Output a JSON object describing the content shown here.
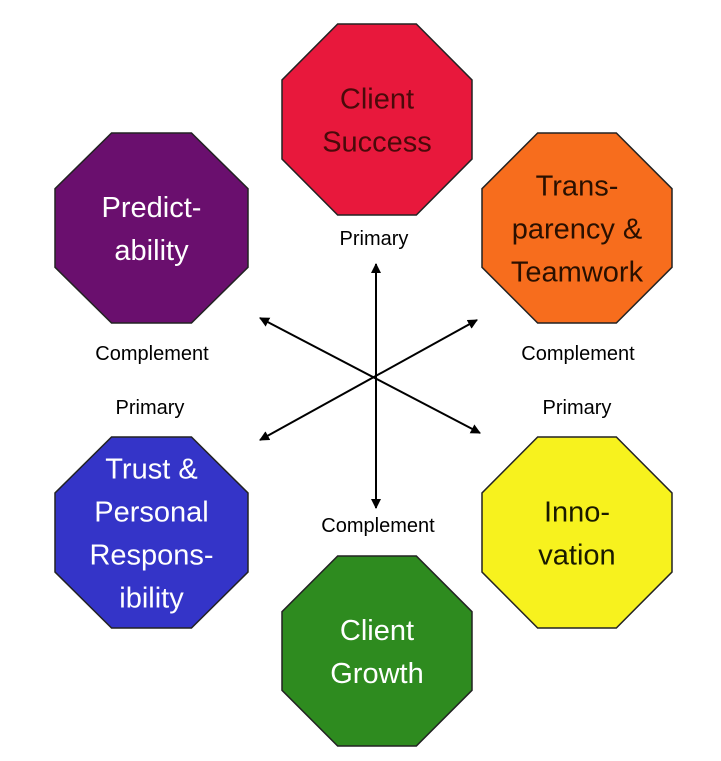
{
  "nodes": {
    "client_success": {
      "lines": [
        "Client",
        "Success"
      ],
      "color": "#e8183c",
      "text_color": "#4a0a0a"
    },
    "transparency": {
      "lines": [
        "Trans-",
        "parency &",
        "Teamwork"
      ],
      "color": "#f76d1d",
      "text_color": "#2a1000"
    },
    "predictability": {
      "lines": [
        "Predict-",
        "ability"
      ],
      "color": "#6a0f6e",
      "text_color": "#ffffff"
    },
    "trust": {
      "lines": [
        "Trust &",
        "Personal",
        "Respons-",
        "ibility"
      ],
      "color": "#3434c8",
      "text_color": "#ffffff"
    },
    "innovation": {
      "lines": [
        "Inno-",
        "vation"
      ],
      "color": "#f7f21e",
      "text_color": "#1a1a00"
    },
    "client_growth": {
      "lines": [
        "Client",
        "Growth"
      ],
      "color": "#2e8b1f",
      "text_color": "#ffffff"
    }
  },
  "labels": {
    "top_primary": "Primary",
    "left_complement": "Complement",
    "left_primary": "Primary",
    "right_complement": "Complement",
    "right_primary": "Primary",
    "bottom_complement": "Complement"
  }
}
